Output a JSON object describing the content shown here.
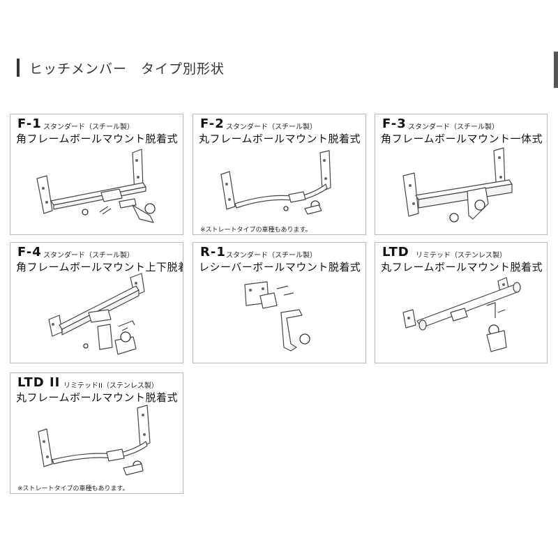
{
  "heading": {
    "text": "ヒッチメンバー　タイプ別形状"
  },
  "cards": [
    {
      "code": "F-1",
      "sub": "スタンダード（スチール製）",
      "title": "角フレームボールマウント脱着式",
      "note": ""
    },
    {
      "code": "F-2",
      "sub": "スタンダード（スチール製）",
      "title": "丸フレームボールマウント脱着式",
      "note": "※ストレートタイプの車種もあります。"
    },
    {
      "code": "F-3",
      "sub": "スタンダード（スチール製）",
      "title": "角フレームボールマウント一体式",
      "note": ""
    },
    {
      "code": "F-4",
      "sub": "スタンダード（スチール製）",
      "title": "角フレームボールマウント上下脱着式",
      "note": ""
    },
    {
      "code": "R-1",
      "sub": "スタンダード（スチール製）",
      "title": "レシーバーボールマウント脱着式",
      "note": ""
    },
    {
      "code": "LTD",
      "sub": "リミテッド（ステンレス製）",
      "title": "丸フレームボールマウント脱着式",
      "note": ""
    },
    {
      "code": "LTD II",
      "sub": "リミテッドII（ステンレス製）",
      "title": "丸フレームボールマウント脱着式",
      "note": "※ストレートタイプの車種もあります。"
    }
  ]
}
